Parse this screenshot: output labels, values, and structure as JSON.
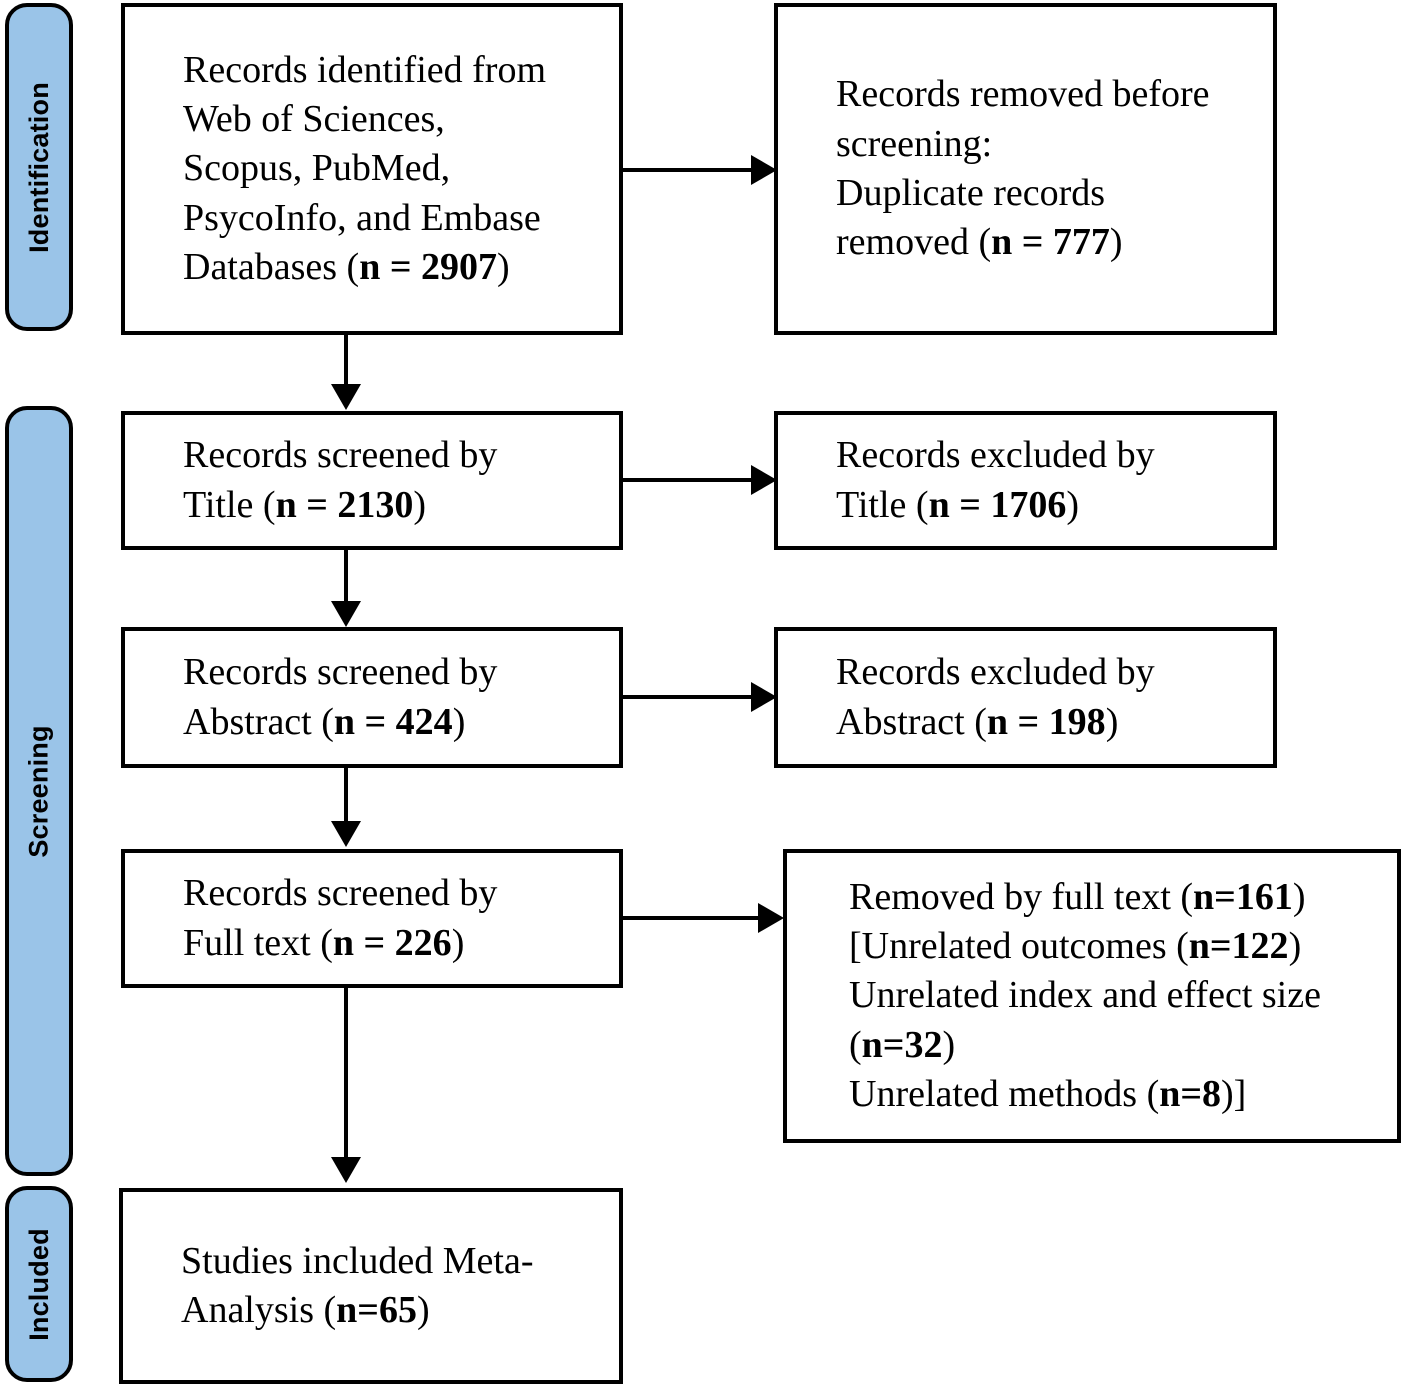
{
  "diagram": {
    "type": "prisma-flow-diagram",
    "accent_color": "#9ac4e8",
    "line_color": "#000000",
    "background": "#ffffff"
  },
  "stages": [
    {
      "id": "identification",
      "label": "Identification"
    },
    {
      "id": "screening",
      "label": "Screening"
    },
    {
      "id": "included",
      "label": "Included"
    }
  ],
  "boxes": {
    "identified": {
      "id": "records-identified",
      "text": "Records identified from\nWeb of Sciences,\nScopus, PubMed,\nPsycoInfo, and Embase\nDatabases (n = 2907)",
      "count_label": "n = 2907",
      "count": 2907
    },
    "removed_before_screening": {
      "id": "records-removed-before-screening",
      "text": "Records removed before\nscreening:\nDuplicate records\nremoved (n = 777)",
      "count_label": "n = 777",
      "count": 777
    },
    "screened_title": {
      "id": "records-screened-title",
      "text": "Records screened by\nTitle (n = 2130)",
      "count_label": "n = 2130",
      "count": 2130
    },
    "excluded_title": {
      "id": "records-excluded-title",
      "text": "Records excluded by\nTitle (n = 1706)",
      "count_label": "n = 1706",
      "count": 1706
    },
    "screened_abstract": {
      "id": "records-screened-abstract",
      "text": "Records screened by\nAbstract (n = 424)",
      "count_label": "n = 424",
      "count": 424
    },
    "excluded_abstract": {
      "id": "records-excluded-abstract",
      "text": "Records excluded by\nAbstract (n = 198)",
      "count_label": "n = 198",
      "count": 198
    },
    "screened_fulltext": {
      "id": "records-screened-fulltext",
      "text": "Records screened by\nFull text (n = 226)",
      "count_label": "n = 226",
      "count": 226
    },
    "removed_fulltext": {
      "id": "records-removed-fulltext",
      "text": "Removed by full text (n=161)\n[Unrelated outcomes (n=122)\nUnrelated index and effect size\n(n=32)\nUnrelated methods (n=8)]",
      "total_label": "n=161",
      "total": 161,
      "reasons": [
        {
          "label": "Unrelated outcomes",
          "count_label": "n=122",
          "count": 122
        },
        {
          "label": "Unrelated index and effect size",
          "count_label": "n=32",
          "count": 32
        },
        {
          "label": "Unrelated methods",
          "count_label": "n=8",
          "count": 8
        }
      ]
    },
    "included_meta": {
      "id": "studies-included-meta-analysis",
      "text": "Studies included Meta-\nAnalysis (n=65)",
      "count_label": "n=65",
      "count": 65
    }
  }
}
